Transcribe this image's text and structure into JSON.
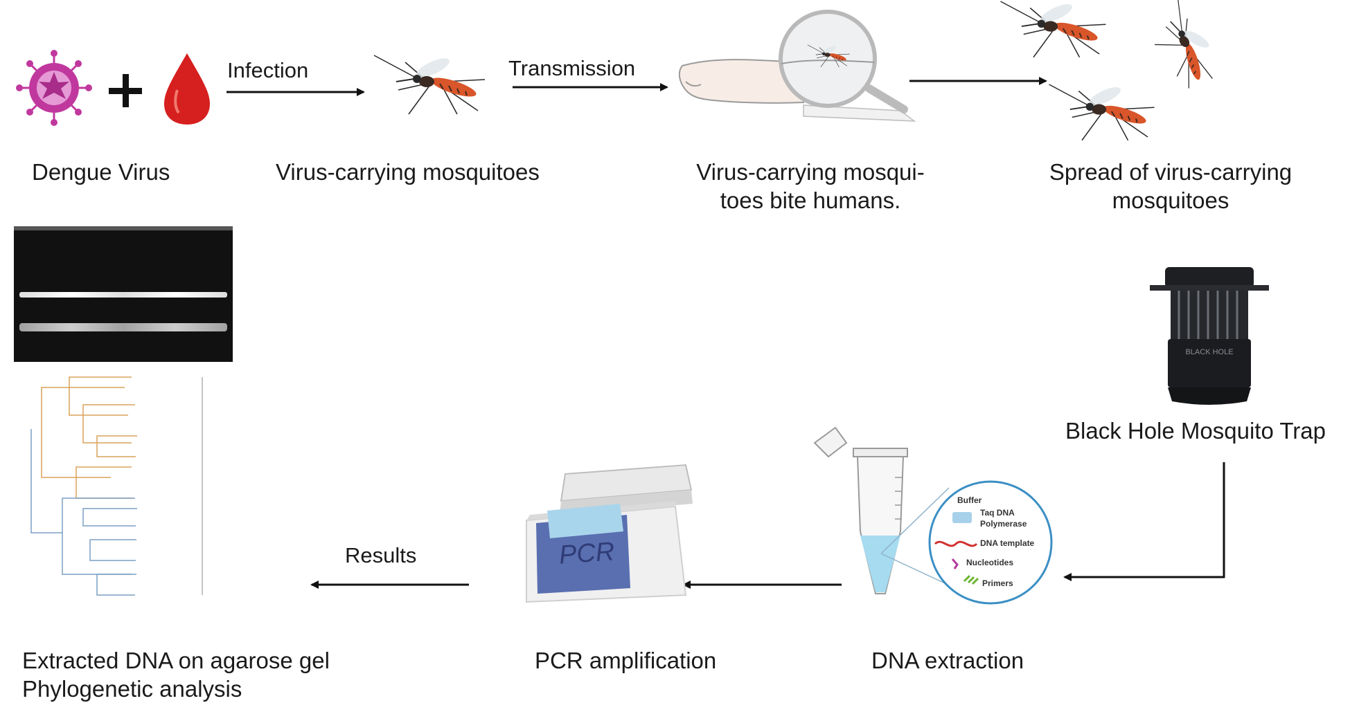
{
  "labels": {
    "dengue_virus": "Dengue Virus",
    "virus_mosquitoes": "Virus-carrying mosquitoes",
    "bite_line1": "Virus-carrying mosqui-",
    "bite_line2": "toes bite humans.",
    "spread_line1": "Spread of virus-carrying",
    "spread_line2": "mosquitoes",
    "trap": "Black Hole Mosquito Trap",
    "dna_extraction": "DNA extraction",
    "pcr_amplification": "PCR amplification",
    "results_line1": "Extracted DNA on agarose gel",
    "results_line2": "Phylogenetic analysis"
  },
  "arrows": {
    "infection": "Infection",
    "transmission": "Transmission",
    "results": "Results"
  },
  "pcr_machine_text": "PCR",
  "trap_text": "BLACK HOLE",
  "reaction_components": [
    "Buffer",
    "Taq DNA",
    "Polymerase",
    "DNA template",
    "Nucleotides",
    "Primers"
  ],
  "icons": {
    "virus": "virus-icon",
    "plus": "plus-icon",
    "blood": "blood-drop-icon",
    "mosquito": "mosquito-icon",
    "magnifier": "magnifier-icon",
    "arm": "human-arm-icon",
    "trap": "mosquito-trap-icon",
    "tube": "microcentrifuge-tube-icon",
    "pcr": "pcr-machine-icon",
    "gel": "agarose-gel-image",
    "tree": "phylogenetic-tree-image"
  },
  "colors": {
    "virus": "#c0389e",
    "blood": "#d6201f",
    "mosquito_body": "#d9552a",
    "arrow": "#111111",
    "tree_orange": "#d9a25a",
    "tree_blue": "#7a9fc4",
    "pcr_blue": "#5a6fb0"
  }
}
